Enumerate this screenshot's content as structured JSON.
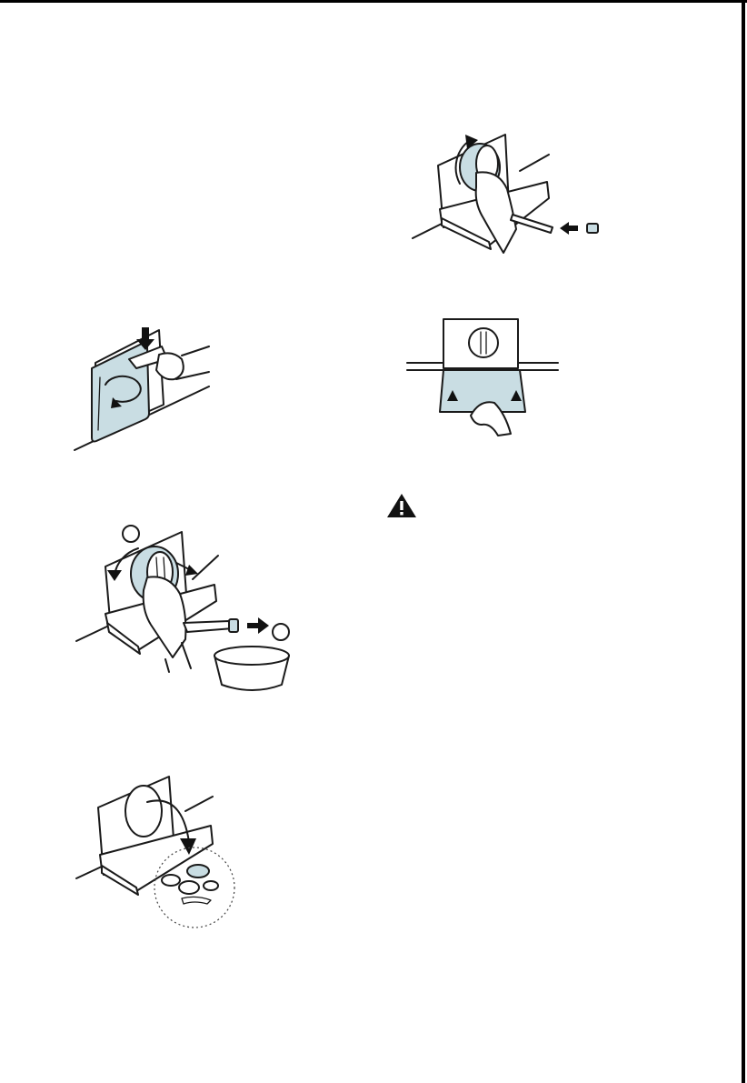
{
  "figures": [
    {
      "id": "fig-open-flap",
      "icon": "open-filter-flap-illustration"
    },
    {
      "id": "fig-unscrew-filter",
      "icon": "unscrew-filter-drain-illustration",
      "callouts": [
        "",
        ""
      ]
    },
    {
      "id": "fig-clean-pump",
      "icon": "remove-foreign-objects-illustration"
    },
    {
      "id": "fig-refit-filter",
      "icon": "refit-filter-illustration"
    },
    {
      "id": "fig-close-flap",
      "icon": "close-filter-flap-illustration"
    }
  ],
  "warning": {
    "icon": "warning-triangle-icon"
  },
  "colors": {
    "accent": "#c9dde3",
    "ink": "#1a1a1a"
  }
}
